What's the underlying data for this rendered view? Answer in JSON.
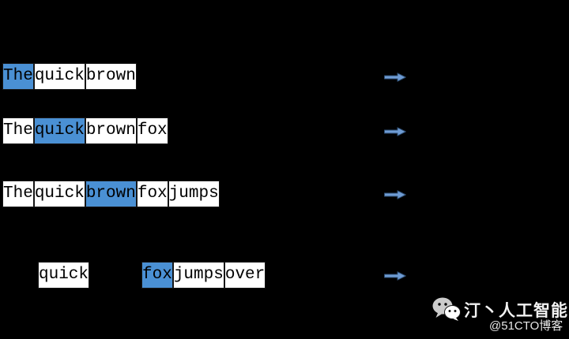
{
  "diagram": {
    "description": "skip-gram sliding window over source sentence",
    "sentence": "The quick brown fox jumps over",
    "colors": {
      "background": "#000000",
      "box_bg": "#ffffff",
      "box_border": "#161616",
      "box_text": "#000000",
      "highlight_bg": "#4a90d4",
      "arrow_fill": "#6f9cd4",
      "arrow_stroke": "#2e4e73"
    },
    "rows": [
      {
        "tokens": [
          {
            "text": "The",
            "highlight": true
          },
          {
            "text": "quick",
            "highlight": false
          },
          {
            "text": "brown",
            "highlight": false
          }
        ]
      },
      {
        "tokens": [
          {
            "text": "The",
            "highlight": false
          },
          {
            "text": "quick",
            "highlight": true
          },
          {
            "text": "brown",
            "highlight": false
          },
          {
            "text": "fox",
            "highlight": false
          }
        ]
      },
      {
        "tokens": [
          {
            "text": "The",
            "highlight": false
          },
          {
            "text": "quick",
            "highlight": false
          },
          {
            "text": "brown",
            "highlight": true
          },
          {
            "text": "fox",
            "highlight": false
          },
          {
            "text": "jumps",
            "highlight": false
          }
        ]
      },
      {
        "tokens": [
          {
            "text": "quick",
            "highlight": false
          },
          {
            "text": "fox",
            "highlight": true
          },
          {
            "text": "jumps",
            "highlight": false
          },
          {
            "text": "over",
            "highlight": false
          }
        ]
      }
    ],
    "arrow_count": 4
  },
  "watermark": {
    "icon": "wechat-icon",
    "title": "汀丶人工智能",
    "subtitle": "@51CTO博客"
  }
}
